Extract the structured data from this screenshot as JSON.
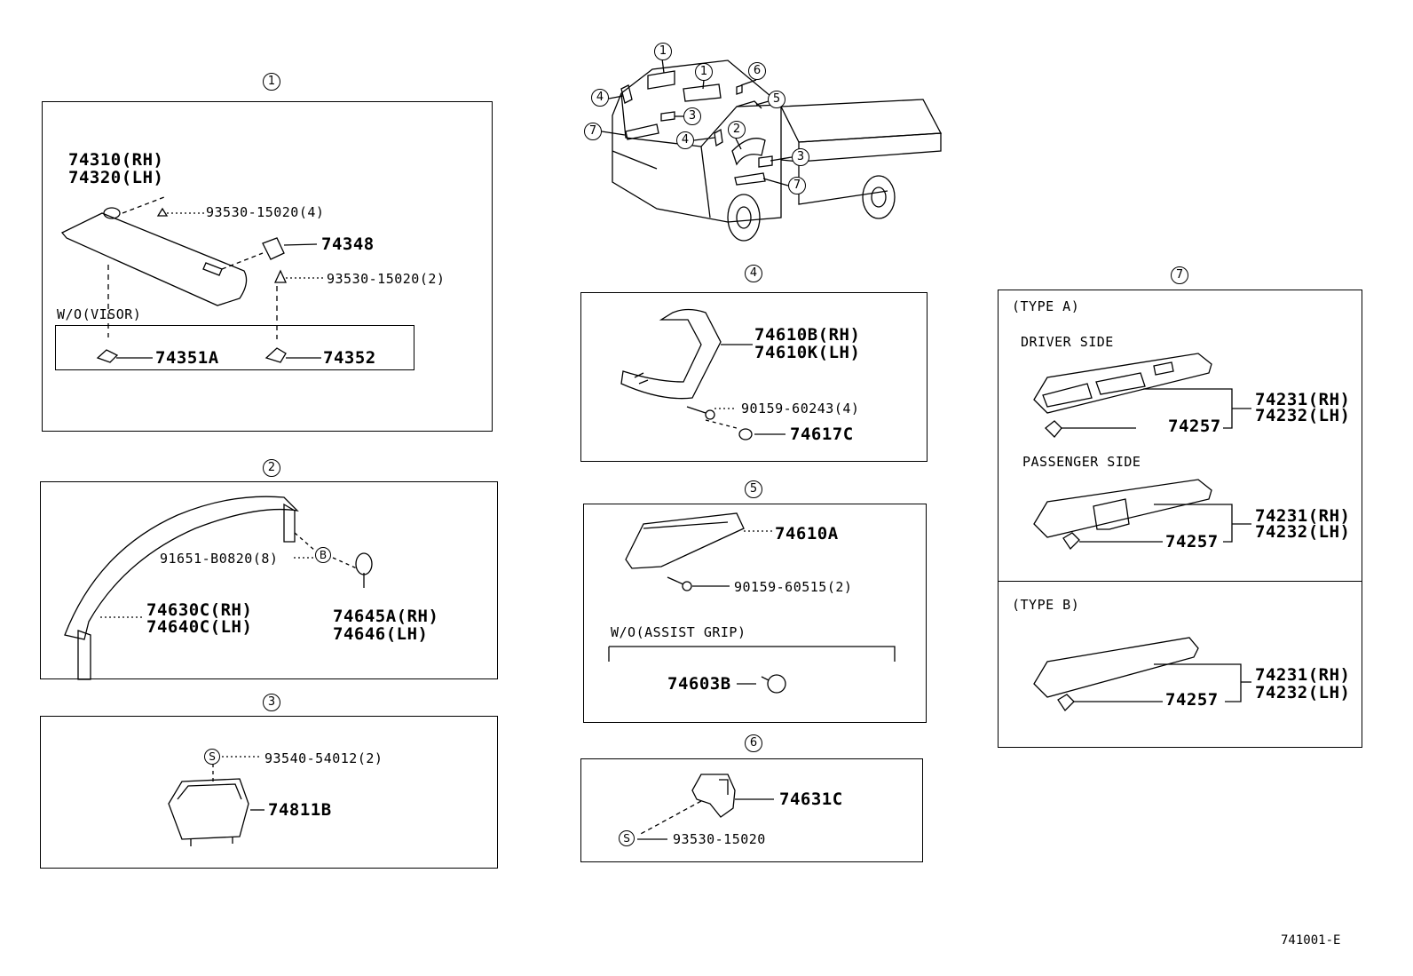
{
  "callouts": {
    "c1": "1",
    "c2": "2",
    "c3": "3",
    "c4": "4",
    "c5": "5",
    "c6": "6",
    "c7": "7"
  },
  "truck_callouts": [
    "1",
    "1",
    "6",
    "4",
    "5",
    "3",
    "7",
    "4",
    "2",
    "3",
    "7"
  ],
  "group1": {
    "p1": "74310(RH)",
    "p2": "74320(LH)",
    "p3": "93530-15020(4)",
    "p4": "74348",
    "p5": "93530-15020(2)",
    "note": "W/O(VISOR)",
    "p6": "74351A",
    "p7": "74352"
  },
  "group2": {
    "p1": "91651-B0820(8)",
    "badge": "B",
    "p2": "74630C(RH)",
    "p3": "74640C(LH)",
    "p4": "74645A(RH)",
    "p5": "74646(LH)"
  },
  "group3": {
    "badge": "S",
    "p1": "93540-54012(2)",
    "p2": "74811B"
  },
  "group4": {
    "p1": "74610B(RH)",
    "p2": "74610K(LH)",
    "p3": "90159-60243(4)",
    "p4": "74617C"
  },
  "group5": {
    "p1": "74610A",
    "p2": "90159-60515(2)",
    "note": "W/O(ASSIST GRIP)",
    "p3": "74603B"
  },
  "group6": {
    "p1": "74631C",
    "badge": "S",
    "p2": "93530-15020"
  },
  "group7": {
    "type_a": "(TYPE A)",
    "driver": "DRIVER SIDE",
    "passenger": "PASSENGER SIDE",
    "type_b": "(TYPE B)",
    "rh": "74231(RH)",
    "lh": "74232(LH)",
    "clip": "74257"
  },
  "ref_code": "741001-E"
}
